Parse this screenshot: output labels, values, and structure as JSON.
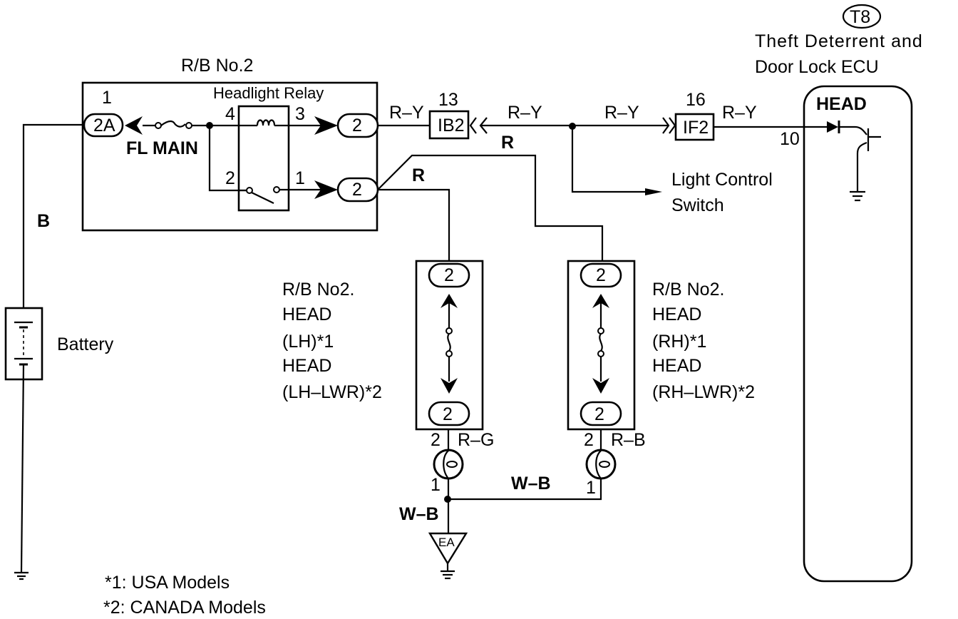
{
  "diagram": {
    "title": "Headlight circuit wiring diagram",
    "ecu": {
      "code": "T8",
      "name_line1": "Theft Deterrent and",
      "name_line2": "Door Lock ECU",
      "terminal_label": "HEAD",
      "pin": "10"
    },
    "relay_block": {
      "title": "R/B No.2",
      "relay_label": "Headlight Relay",
      "fuse_label": "FL MAIN",
      "input_connector": "2A",
      "input_pin": "1",
      "relay_pins": [
        "4",
        "3",
        "2",
        "1"
      ],
      "output_connectors": [
        "2",
        "2"
      ]
    },
    "connectors": {
      "ib2": {
        "pin": "13",
        "label": "IB2"
      },
      "if2": {
        "pin": "16",
        "label": "IF2"
      }
    },
    "wires": {
      "battery": "B",
      "ry1": "R–Y",
      "ry2": "R–Y",
      "ry3": "R–Y",
      "ry4": "R–Y",
      "r_upper": "R",
      "r_lower": "R",
      "rg": "R–G",
      "rb": "R–B",
      "wb_horizontal": "W–B",
      "wb_vertical": "W–B"
    },
    "light_control": {
      "line1": "Light Control",
      "line2": "Switch"
    },
    "battery_label": "Battery",
    "fuse_lh": {
      "top_connector": "2",
      "bottom_connector": "2",
      "lines": [
        "R/B No2.",
        "HEAD",
        "(LH)*1",
        "HEAD",
        "(LH–LWR)*2"
      ],
      "lamp_pin_top": "2",
      "lamp_pin_bottom": "1"
    },
    "fuse_rh": {
      "top_connector": "2",
      "bottom_connector": "2",
      "lines": [
        "R/B No2.",
        "HEAD",
        "(RH)*1",
        "HEAD",
        "(RH–LWR)*2"
      ],
      "lamp_pin_top": "2",
      "lamp_pin_bottom": "1"
    },
    "ground_label": "EA",
    "notes": [
      "*1: USA Models",
      "*2: CANADA Models"
    ]
  }
}
